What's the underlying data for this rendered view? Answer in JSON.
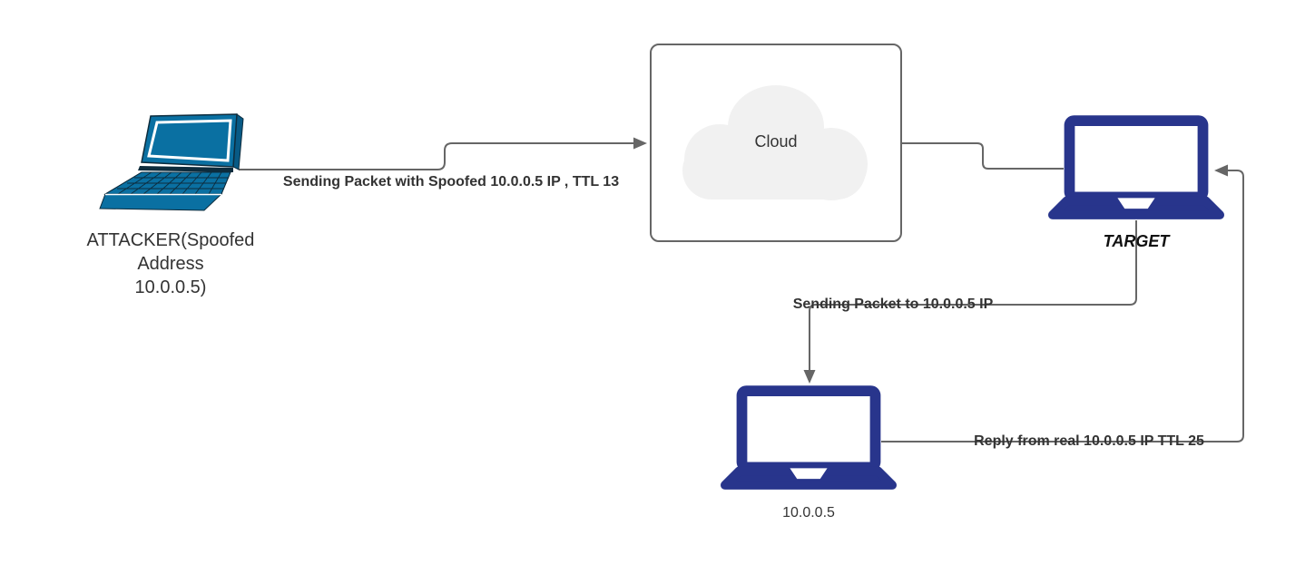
{
  "colors": {
    "canvas_bg": "#ffffff",
    "connector": "#666666",
    "label_text": "#333333",
    "attacker_fill": "#0a70a2",
    "attacker_dark": "#0d2c3d",
    "attacker_side": "#085a85",
    "modern_laptop_fill": "#28358c",
    "cloud_box_border": "#666666",
    "cloud_fill": "#f1f1f1"
  },
  "nodes": {
    "attacker": {
      "icon": "laptop-3d-icon",
      "label_line1": "ATTACKER(Spoofed",
      "label_line2": "Address",
      "label_line3": "10.0.0.5)"
    },
    "cloud": {
      "icon": "cloud-icon",
      "label": "Cloud"
    },
    "target": {
      "icon": "laptop-icon",
      "label": "TARGET"
    },
    "real_host": {
      "icon": "laptop-icon",
      "label": "10.0.0.5"
    }
  },
  "edges": {
    "attacker_to_cloud": {
      "label": "Sending Packet with Spoofed 10.0.0.5 IP , TTL 13"
    },
    "target_to_real_host": {
      "label": "Sending Packet to 10.0.0.5 IP"
    },
    "real_host_to_target": {
      "label": "Reply from real 10.0.0.5 IP TTL 25"
    }
  }
}
